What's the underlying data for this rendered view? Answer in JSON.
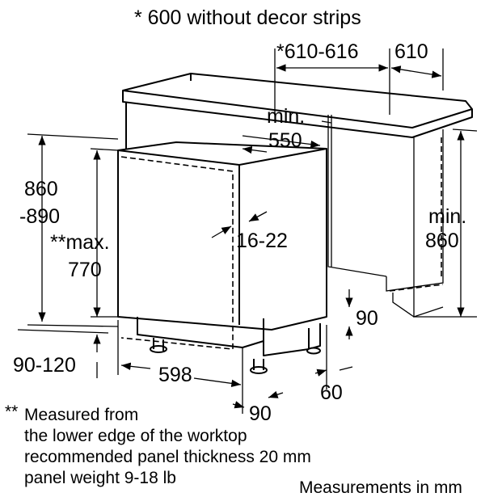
{
  "header": {
    "note": "* 600 without decor strips"
  },
  "dimensions": {
    "niche_width": "*610-616",
    "worktop_depth": "610",
    "min_label": "min.",
    "min_depth": "550",
    "height_top": "860",
    "height_bottom": "-890",
    "max_prefix": "**max.",
    "max_value": "770",
    "panel_gap": "16-22",
    "min_height_label": "min.",
    "min_height_value": "860",
    "plinth_height": "90",
    "plinth_depth": "60",
    "foot_height": "90-120",
    "appliance_width": "598",
    "bottom_depth": "90"
  },
  "notes": {
    "marker": "**",
    "line1": "Measured from",
    "line2": "the lower edge of the worktop",
    "line3": "recommended panel thickness 20 mm",
    "line4": "panel weight 9-18 lb",
    "units": "Measurements in mm"
  }
}
